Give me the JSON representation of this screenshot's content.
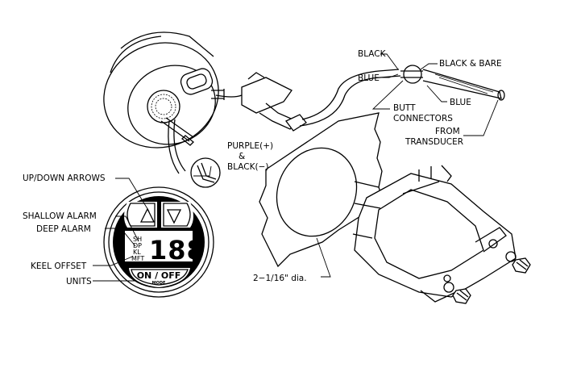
{
  "labels": {
    "black_top": "BLACK",
    "blue_top": "BLUE",
    "black_bare": "BLACK & BARE",
    "blue_right": "BLUE",
    "butt_connectors_1": "BUTT",
    "butt_connectors_2": "CONNECTORS",
    "from_transducer_1": "FROM",
    "from_transducer_2": "TRANSDUCER",
    "purple": "PURPLE(+)",
    "amp": "&",
    "black_minus": "BLACK(−)",
    "up_down_arrows": "UP/DOWN ARROWS",
    "shallow_alarm": "SHALLOW ALARM",
    "deep_alarm": "DEEP ALARM",
    "keel_offset": "KEEL OFFSET",
    "units": "UNITS",
    "diameter": "2−1/16\" dia."
  },
  "gauge_face": {
    "mode_sh": "SH",
    "mode_dp": "DP",
    "mode_kl": "KL",
    "mode_mft": "MFT",
    "digits": "188",
    "on_off": "ON / OFF",
    "mode": "MODE"
  }
}
